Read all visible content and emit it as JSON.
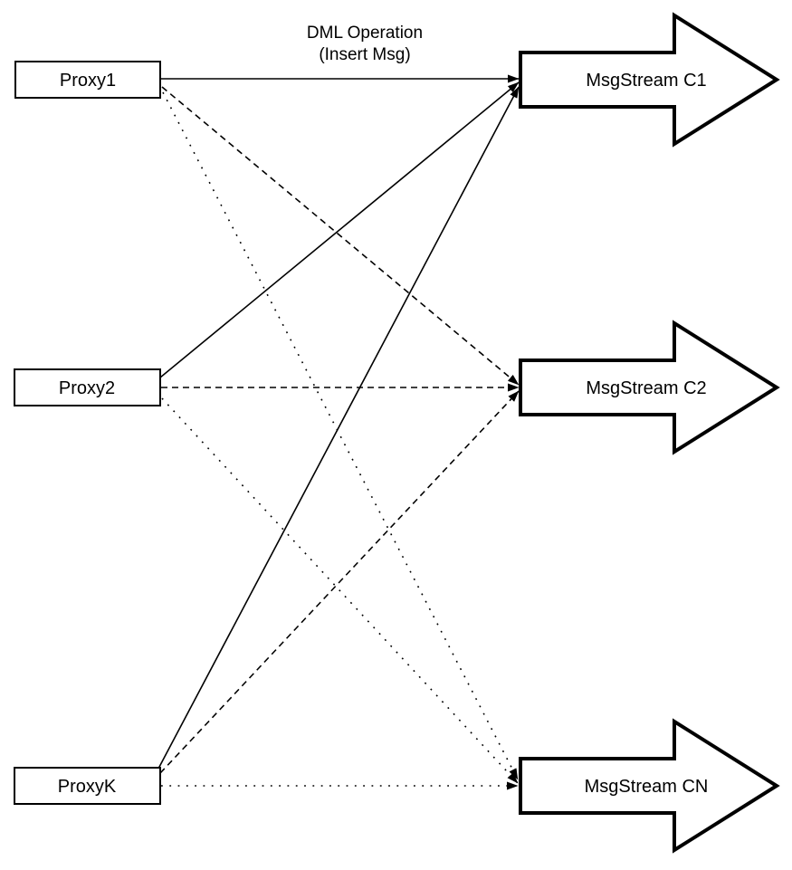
{
  "diagram": {
    "annotation": {
      "line1": "DML Operation",
      "line2": "(Insert Msg)"
    },
    "proxies": [
      {
        "id": "proxy1",
        "label": "Proxy1"
      },
      {
        "id": "proxy2",
        "label": "Proxy2"
      },
      {
        "id": "proxyk",
        "label": "ProxyK"
      }
    ],
    "streams": [
      {
        "id": "c1",
        "label": "MsgStream C1"
      },
      {
        "id": "c2",
        "label": "MsgStream C2"
      },
      {
        "id": "cn",
        "label": "MsgStream CN"
      }
    ],
    "edges": [
      {
        "from": "Proxy1",
        "to": "MsgStream C1",
        "style": "solid"
      },
      {
        "from": "Proxy1",
        "to": "MsgStream C2",
        "style": "dashed"
      },
      {
        "from": "Proxy1",
        "to": "MsgStream CN",
        "style": "dotted"
      },
      {
        "from": "Proxy2",
        "to": "MsgStream C1",
        "style": "solid"
      },
      {
        "from": "Proxy2",
        "to": "MsgStream C2",
        "style": "dashed"
      },
      {
        "from": "Proxy2",
        "to": "MsgStream CN",
        "style": "dotted"
      },
      {
        "from": "ProxyK",
        "to": "MsgStream C1",
        "style": "solid"
      },
      {
        "from": "ProxyK",
        "to": "MsgStream C2",
        "style": "dashed"
      },
      {
        "from": "ProxyK",
        "to": "MsgStream CN",
        "style": "dotted"
      }
    ],
    "colors": {
      "stroke": "#000000",
      "fill": "#ffffff"
    }
  }
}
